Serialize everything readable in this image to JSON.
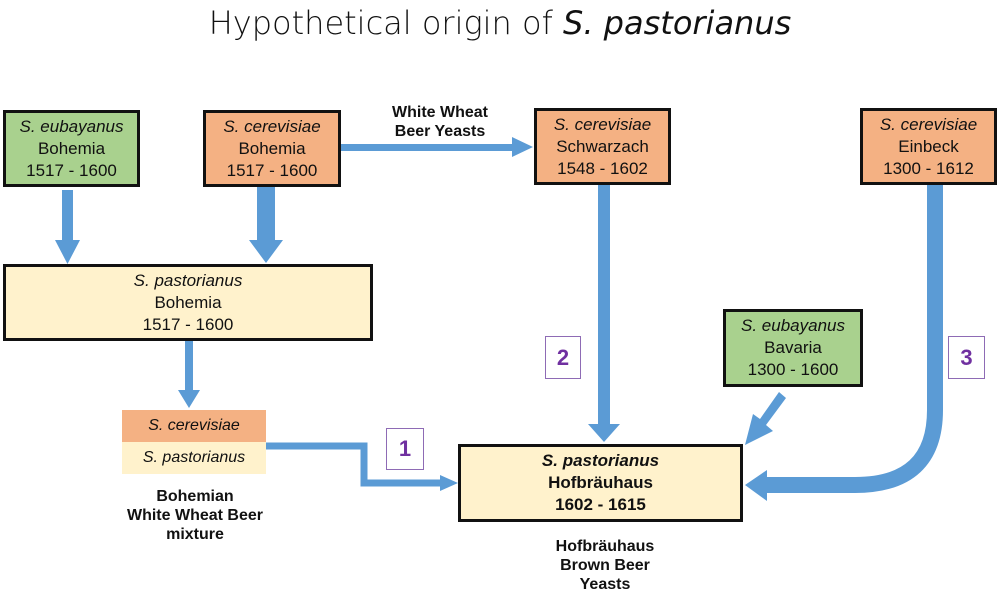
{
  "title": {
    "prefix": "Hypothetical origin of ",
    "species": "S. pastorianus"
  },
  "boxes": {
    "eubayanus_bohemia": {
      "species": "S. eubayanus",
      "place": "Bohemia",
      "years": "1517 - 1600"
    },
    "cerevisiae_bohemia": {
      "species": "S. cerevisiae",
      "place": "Bohemia",
      "years": "1517 - 1600"
    },
    "pastorianus_bohemia": {
      "species": "S. pastorianus",
      "place": "Bohemia",
      "years": "1517 - 1600"
    },
    "cerevisiae_schwarzach": {
      "species": "S. cerevisiae",
      "place": "Schwarzach",
      "years": "1548 - 1602"
    },
    "cerevisiae_einbeck": {
      "species": "S. cerevisiae",
      "place": "Einbeck",
      "years": "1300 - 1612"
    },
    "eubayanus_bavaria": {
      "species": "S. eubayanus",
      "place": "Bavaria",
      "years": "1300 - 1600"
    },
    "pastorianus_hofbrauhaus": {
      "species": "S. pastorianus",
      "place": "Hofbräuhaus",
      "years": "1602 - 1615"
    }
  },
  "mixture": {
    "top": "S. cerevisiae",
    "bottom": "S. pastorianus"
  },
  "labels": {
    "white_wheat": [
      "White Wheat",
      "Beer Yeasts"
    ],
    "bohemian_mixture": [
      "Bohemian",
      "White Wheat Beer",
      "mixture"
    ],
    "hofbrauhaus_brown": [
      "Hofbräuhaus",
      "Brown Beer",
      "Yeasts"
    ]
  },
  "routes": [
    "1",
    "2",
    "3"
  ],
  "colors": {
    "arrow": "#5b9bd5",
    "green": "#a9d18e",
    "orange": "#f4b183",
    "cream": "#fff2cc",
    "number": "#7030a0"
  }
}
